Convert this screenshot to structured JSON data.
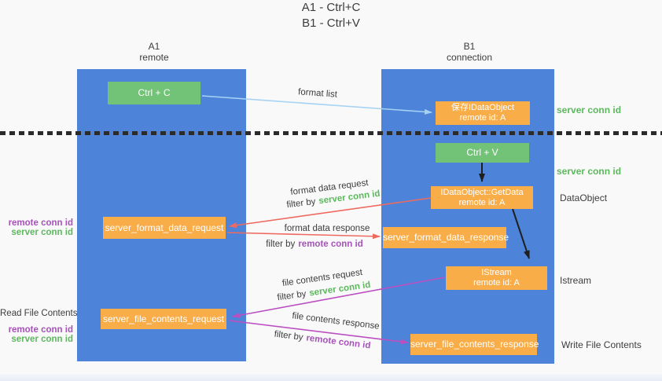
{
  "title": {
    "line1": "A1 - Ctrl+C",
    "line2": "B1 - Ctrl+V"
  },
  "columns": {
    "left": {
      "name": "A1",
      "subtitle": "remote"
    },
    "right": {
      "name": "B1",
      "subtitle": "connection"
    }
  },
  "nodes": {
    "ctrl_c": {
      "label": "Ctrl + C"
    },
    "ctrl_v": {
      "label": "Ctrl + V"
    },
    "save_dataobject": {
      "line1": "保存IDataObject",
      "line2": "remote id: A"
    },
    "getdata": {
      "line1": "IDataObject::GetData",
      "line2": "remote id: A"
    },
    "istream": {
      "line1": "IStream",
      "line2": "remote id: A"
    },
    "server_format_data_request": {
      "label": "server_format_data_request"
    },
    "server_format_data_response": {
      "label": "server_format_data_response"
    },
    "server_file_contents_request": {
      "label": "server_file_contents_request"
    },
    "server_file_contents_response": {
      "label": "server_file_contents_response"
    }
  },
  "edge_labels": {
    "format_list": "format list",
    "format_data_request": "format data request",
    "format_data_response": "format data response",
    "file_contents_request": "file contents request",
    "file_contents_response": "file contents response",
    "filter_by": "filter by"
  },
  "terms": {
    "server_conn_id": "server conn id",
    "remote_conn_id": "remote conn id"
  },
  "side_labels": {
    "data_object": "DataObject",
    "istream": "Istream",
    "read_file_contents": "Read File Contents",
    "write_file_contents": "Write File Contents"
  },
  "colors": {
    "column_blue": "#4d84da",
    "box_green": "#72c277",
    "box_orange": "#f8ad49",
    "term_green": "#5cb85c",
    "term_purple": "#a553b9",
    "arrow_red": "#ee6a60",
    "arrow_magenta": "#bb4fc0",
    "arrow_lightblue": "#a5d2f3",
    "arrow_black": "#1f1f1f",
    "text_dark": "#3d3d3d",
    "background": "#f9f9fa"
  }
}
